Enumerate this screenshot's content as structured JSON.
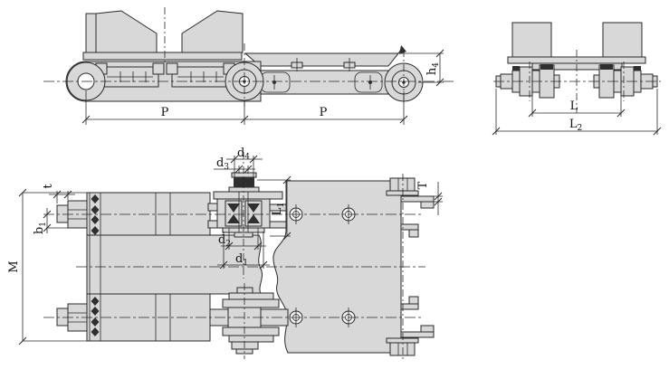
{
  "colors": {
    "background": "#ffffff",
    "part_fill": "#d8d8d8",
    "dark_fill": "#2f2f2f",
    "line": "#2a2a2a",
    "hole_fill": "#f2f2f2"
  },
  "labels": {
    "pitch_left": "P",
    "pitch_right": "P",
    "attachment_height": "h4",
    "wheel_inner_span": "L",
    "wheel_outer_span": "L2",
    "pin_head_diameter": "d4",
    "pin_diameter": "d3",
    "bushing_diameter": "d2",
    "roller_diameter": "d1",
    "pin_length": "L1",
    "lug_plate_thickness": "t",
    "lug_width": "b1",
    "overall_width": "M",
    "bracket_thickness": "T"
  }
}
